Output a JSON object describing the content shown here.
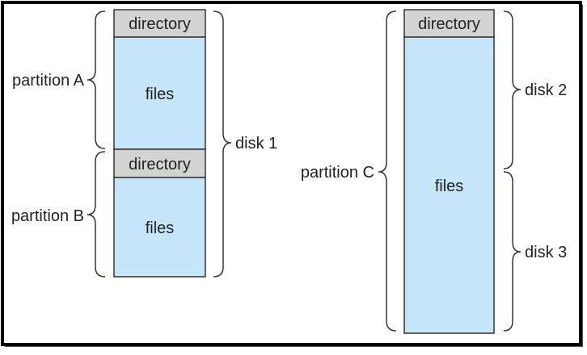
{
  "left_stack": {
    "partition_a": {
      "label": "partition A",
      "directory_label": "directory",
      "files_label": "files"
    },
    "partition_b": {
      "label": "partition B",
      "directory_label": "directory",
      "files_label": "files"
    },
    "disk_label": "disk 1"
  },
  "right_stack": {
    "partition_c": {
      "label": "partition C",
      "directory_label": "directory",
      "files_label": "files"
    },
    "disk_top_label": "disk 2",
    "disk_bottom_label": "disk 3"
  },
  "colors": {
    "directory_fill": "#d3d3d3",
    "files_fill": "#c5e6f8",
    "outline": "#333333",
    "frame": "#000000",
    "text": "#222222"
  }
}
